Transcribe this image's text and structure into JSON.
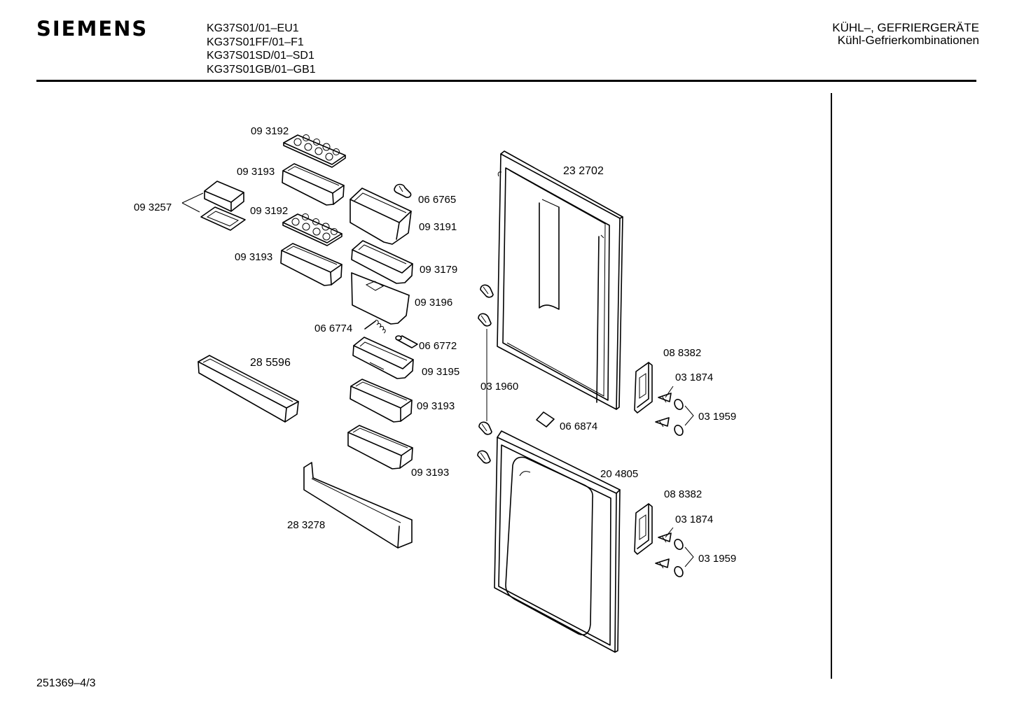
{
  "header": {
    "brand": "SIEMENS",
    "models": [
      "KG37S01/01–EU1",
      "KG37S01FF/01–F1",
      "KG37S01SD/01–SD1",
      "KG37S01GB/01–GB1"
    ],
    "category_line1": "KÜHL–, GEFRIERGERÄTE",
    "category_line2": "Kühl-Gefrierkombinationen"
  },
  "footer": {
    "drawing_id": "251369–4/3"
  },
  "parts": {
    "egg_tray_top": "09 3192",
    "shelf_top": "09 3193",
    "butter_box": "09 3257",
    "egg_tray_2": "09 3192",
    "shelf_2": "09 3193",
    "bottle_guard": "28 5596",
    "compartment_lid": "09 3191",
    "screw_top": "06 6765",
    "shelf_3179": "09 3179",
    "box_3196": "09 3196",
    "spring": "06 6774",
    "pin": "06 6772",
    "shelf_3195": "09 3195",
    "shelf_3": "09 3193",
    "shelf_4": "09 3193",
    "bottle_shelf": "28 3278",
    "upper_door": "23 2702",
    "hinge_pins": "03 1960",
    "plate": "06 6874",
    "lower_door": "20 4805",
    "handle_upper": "08 8382",
    "screw_upper": "03 1874",
    "caps_upper": "03 1959",
    "handle_lower": "08 8382",
    "screw_lower": "03 1874",
    "caps_lower": "03 1959"
  }
}
